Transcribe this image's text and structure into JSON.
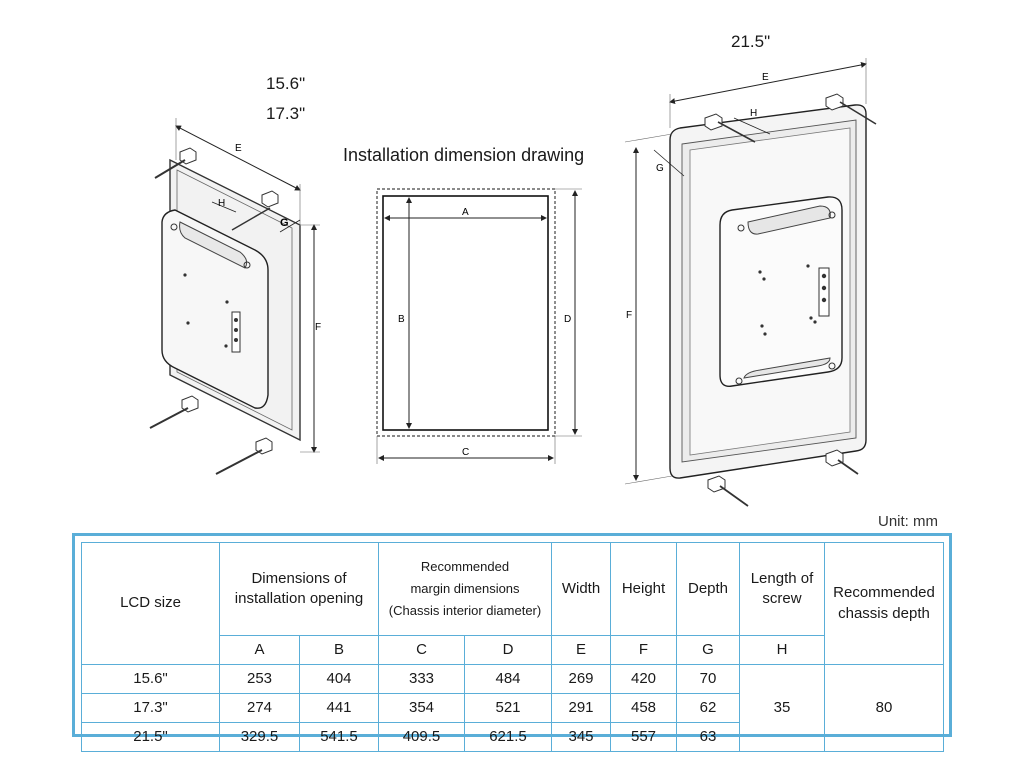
{
  "labels": {
    "size_left_1": "15.6\"",
    "size_left_2": "17.3\"",
    "size_right": "21.5\"",
    "drawing_title": "Installation dimension drawing",
    "unit": "Unit: mm",
    "dim": {
      "A": "A",
      "B": "B",
      "C": "C",
      "D": "D",
      "E": "E",
      "F": "F",
      "G": "G",
      "H": "H"
    }
  },
  "table": {
    "header": {
      "lcd_size": "LCD size",
      "opening_l1": "Dimensions of",
      "opening_l2": "installation opening",
      "margin_l1": "Recommended",
      "margin_l2": "margin dimensions",
      "margin_l3": "(Chassis interior diameter)",
      "width": "Width",
      "height": "Height",
      "depth": "Depth",
      "screw_l1": "Length of",
      "screw_l2": "screw",
      "chassis_l1": "Recommended",
      "chassis_l2": "chassis depth",
      "sub": [
        "A",
        "B",
        "C",
        "D",
        "E",
        "F",
        "G",
        "H"
      ]
    },
    "rows": [
      {
        "size": "15.6\"",
        "A": "253",
        "B": "404",
        "C": "333",
        "D": "484",
        "E": "269",
        "F": "420",
        "G": "70"
      },
      {
        "size": "17.3\"",
        "A": "274",
        "B": "441",
        "C": "354",
        "D": "521",
        "E": "291",
        "F": "458",
        "G": "62"
      },
      {
        "size": "21.5\"",
        "A": "329.5",
        "B": "541.5",
        "C": "409.5",
        "D": "621.5",
        "E": "345",
        "F": "557",
        "G": "63"
      }
    ],
    "screw_length": "35",
    "chassis_depth": "80"
  }
}
